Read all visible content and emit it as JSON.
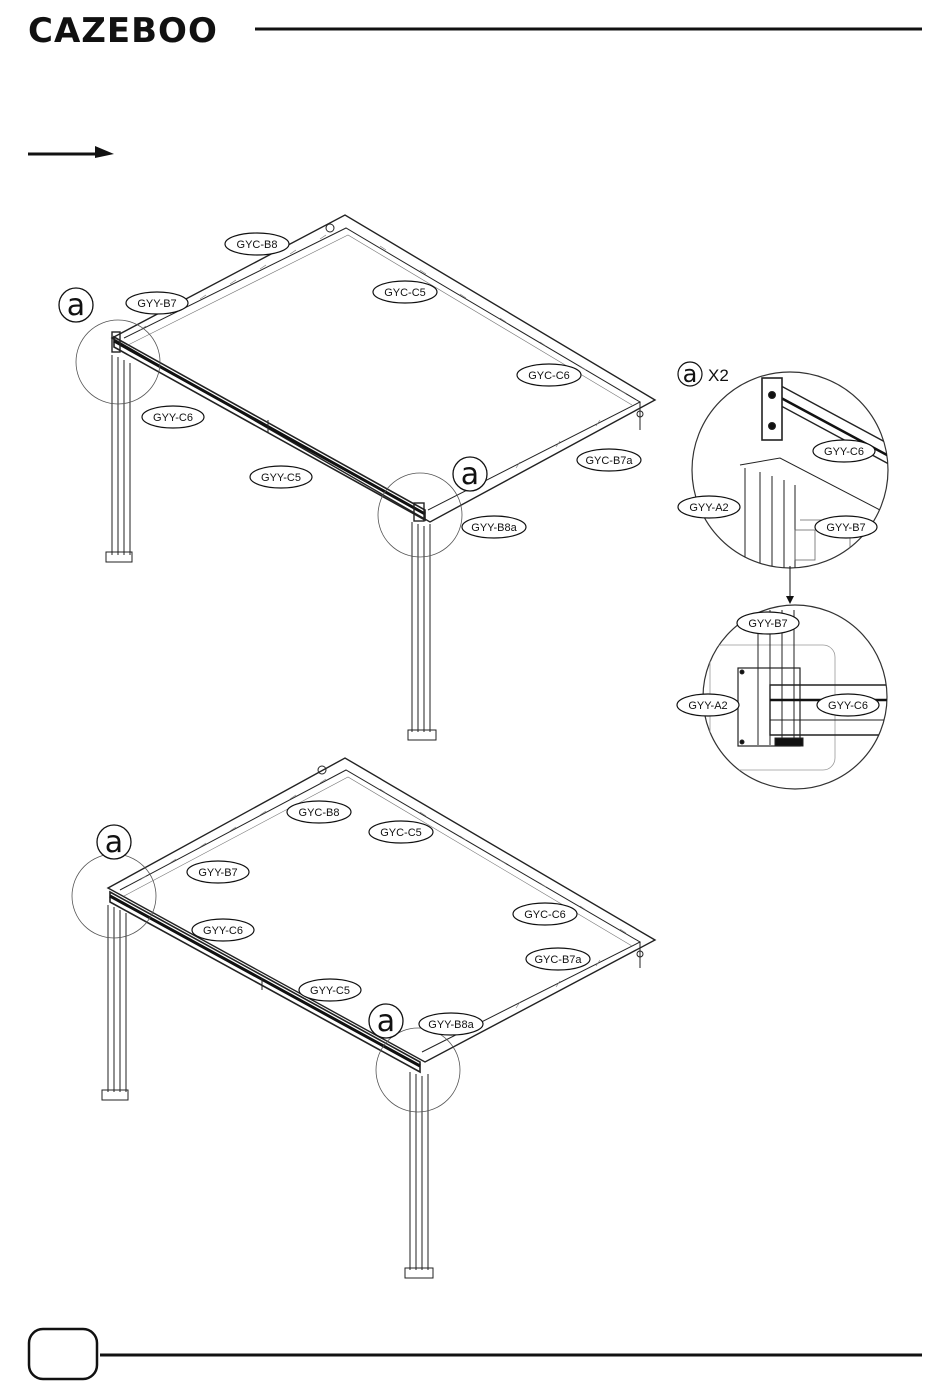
{
  "brand": {
    "logo_text": "CAZEBOO"
  },
  "detail": {
    "letter": "a",
    "multiplier": "X2"
  },
  "diagram_top": {
    "callout": "a",
    "labels": {
      "gyc_b8": "GYC-B8",
      "gyy_b7": "GYY-B7",
      "gyc_c5": "GYC-C5",
      "gyc_c6": "GYC-C6",
      "gyy_c6": "GYY-C6",
      "gyy_c5": "GYY-C5",
      "gyc_b7a": "GYC-B7a",
      "gyy_b8a": "GYY-B8a"
    }
  },
  "detail_upper": {
    "labels": {
      "gyy_c6": "GYY-C6",
      "gyy_a2": "GYY-A2",
      "gyy_b7": "GYY-B7"
    }
  },
  "detail_lower": {
    "labels": {
      "gyy_b7": "GYY-B7",
      "gyy_a2": "GYY-A2",
      "gyy_c6": "GYY-C6"
    }
  },
  "diagram_bottom": {
    "callout": "a",
    "labels": {
      "gyc_b8": "GYC-B8",
      "gyc_c5": "GYC-C5",
      "gyy_b7": "GYY-B7",
      "gyy_c6": "GYY-C6",
      "gyc_c6": "GYC-C6",
      "gyc_b7a": "GYC-B7a",
      "gyy_c5": "GYY-C5",
      "gyy_b8a": "GYY-B8a"
    }
  },
  "footer": {
    "page_number": ""
  }
}
